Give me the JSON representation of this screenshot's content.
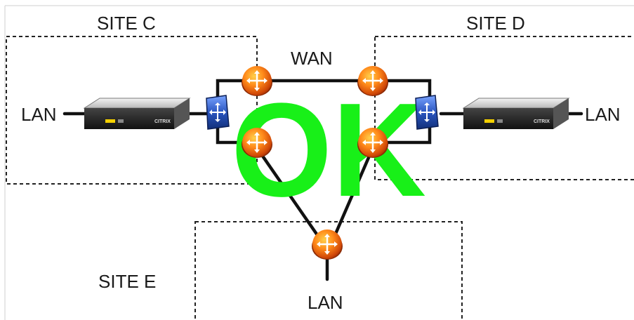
{
  "labels": {
    "site_c": "SITE C",
    "site_d": "SITE D",
    "site_e": "SITE  E",
    "wan": "WAN",
    "lan_left": "LAN",
    "lan_right": "LAN",
    "lan_bottom": "LAN",
    "status": "OK"
  },
  "appliance_brand": "CITRIX",
  "colors": {
    "status_text": "#18f018",
    "router_orange": "#f07010",
    "switch_blue": "#2a55c0"
  },
  "icons": {
    "router": "router-icon",
    "switch": "switch-icon",
    "appliance": "citrix-appliance-icon"
  }
}
